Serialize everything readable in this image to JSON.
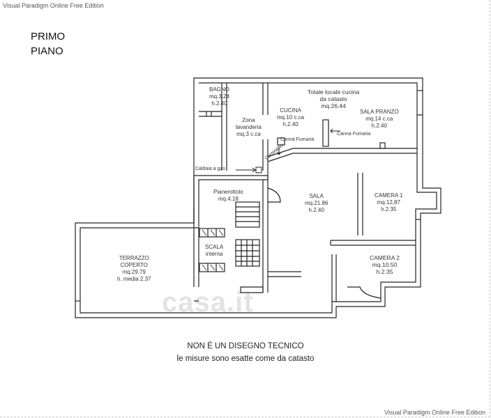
{
  "watermarks": {
    "top": "Visual Paradigm Online Free Edition",
    "bottom": "Visual Paradigm Online Free Edition",
    "logo": "casa.it"
  },
  "floor": {
    "line1": "PRIMO",
    "line2": "PIANO"
  },
  "rooms": {
    "bagno": {
      "name": "BAGNO",
      "area": "mq.3,24",
      "height": "h.2.40"
    },
    "zona_lavanderia": {
      "line1": "Zona",
      "line2": "lavanderia",
      "area": "mq.3 c.ca"
    },
    "totale_cucina": {
      "line1": "Totale locale cucina",
      "line2": "da catasto",
      "area": "mq.26.44"
    },
    "cucina": {
      "name": "CUCINA",
      "area": "mq.10 c.ca",
      "height": "h.2.40"
    },
    "sala_pranzo": {
      "name": "SALA PRANZO",
      "area": "mq.14 c.ca",
      "height": "h.2.40"
    },
    "pianerottolo": {
      "name": "Pianerottolo",
      "area": "mq.4.18"
    },
    "sala": {
      "name": "SALA",
      "area": "mq.21.86",
      "height": "h.2.40"
    },
    "camera1": {
      "name": "CAMERA 1",
      "area": "mq.12,87",
      "height": "h.2.35"
    },
    "camera2": {
      "name": "CAMERA 2",
      "area": "mq.10.50",
      "height": "h.2.35"
    },
    "scala": {
      "line1": "SCALA",
      "line2": "interna"
    },
    "terrazzo": {
      "line1": "TERRAZZO",
      "line2": "COPERTO",
      "area": "mq.29.79",
      "height": "h. media 2.37"
    }
  },
  "annotations": {
    "canna_fumaria_1": "Canna Fumaria",
    "canna_fumaria_2": "Canna Fumaria",
    "caldaia": "Caldaia a gas",
    "caminetto": "Caminetto"
  },
  "notes": {
    "line1": "NON É UN DISEGNO TECNICO",
    "line2": "le misure sono esatte come da catasto"
  }
}
